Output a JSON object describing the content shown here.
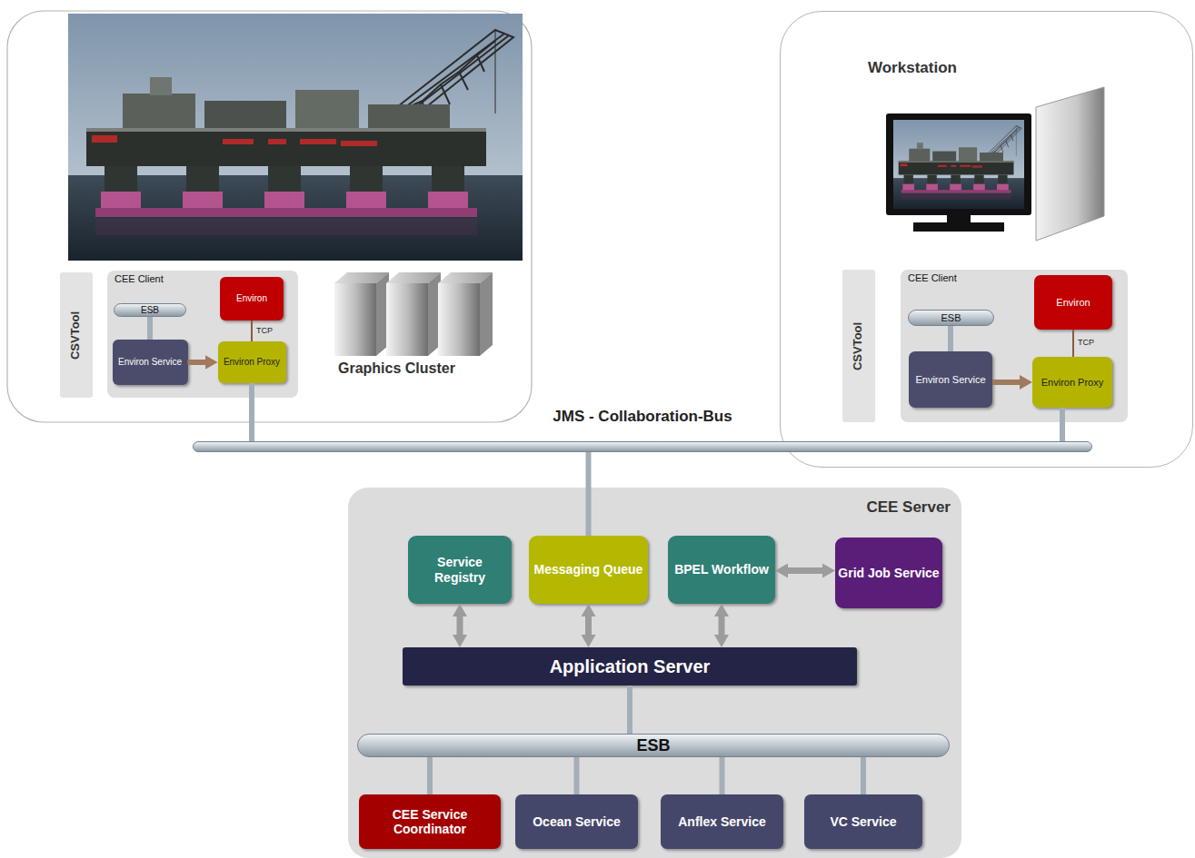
{
  "diagram": {
    "nodes": [
      {
        "text": [
          "CSVTool"
        ]
      },
      {
        "text": [
          "CEE Client"
        ]
      },
      {
        "text": [
          "ESB"
        ],
        "in": 1
      },
      {
        "text": [
          "Environ"
        ],
        "in": 1
      },
      {
        "text": [
          "Environ Service"
        ],
        "in": 1
      },
      {
        "text": [
          "Environ Proxy"
        ],
        "in": 1
      },
      {
        "text": [
          "Workstation"
        ]
      },
      {
        "text": [
          "CSVTool"
        ],
        "in": 6
      },
      {
        "text": [
          "CEE Client"
        ],
        "in": 6
      },
      {
        "text": [
          "ESB"
        ],
        "in": 8
      },
      {
        "text": [
          "Environ"
        ],
        "in": 8
      },
      {
        "text": [
          "Environ Service"
        ],
        "in": 8
      },
      {
        "text": [
          "Environ Proxy"
        ],
        "in": 8
      },
      {
        "text": [
          "JMS - Collaboration-Bus"
        ]
      },
      {
        "text": [
          "CEE Server"
        ]
      },
      {
        "text": [
          "Service Registry"
        ],
        "in": 14
      },
      {
        "text": [
          "Messaging Queue"
        ],
        "in": 14
      },
      {
        "text": [
          "BPEL Workflow"
        ],
        "in": 14
      },
      {
        "text": [
          "Grid Job Service"
        ],
        "in": 14
      },
      {
        "text": [
          "Application Server"
        ],
        "in": 14
      },
      {
        "text": [
          "ESB"
        ],
        "in": 14
      },
      {
        "text": [
          "CEE Service Coordinator"
        ],
        "in": 14
      },
      {
        "text": [
          "Ocean Service"
        ],
        "in": 14
      },
      {
        "text": [
          "Anflex Service"
        ],
        "in": 14
      },
      {
        "text": [
          "VC Service"
        ],
        "in": 14
      }
    ],
    "edges": [
      {
        "from": 2,
        "to": 4,
        "arrow": "none"
      },
      {
        "from": 4,
        "to": 5,
        "arrow": "to"
      },
      {
        "from": 3,
        "to": 5,
        "label": "TCP",
        "arrow": "none"
      },
      {
        "from": 5,
        "to": 13,
        "arrow": "none"
      },
      {
        "from": 9,
        "to": 11,
        "arrow": "none"
      },
      {
        "from": 11,
        "to": 12,
        "arrow": "to"
      },
      {
        "from": 10,
        "to": 12,
        "label": "TCP",
        "arrow": "none"
      },
      {
        "from": 12,
        "to": 13,
        "arrow": "none"
      },
      {
        "from": 13,
        "to": 16,
        "arrow": "none"
      },
      {
        "from": 15,
        "to": 19,
        "arrow": "both"
      },
      {
        "from": 16,
        "to": 19,
        "arrow": "both"
      },
      {
        "from": 17,
        "to": 19,
        "arrow": "both"
      },
      {
        "from": 17,
        "to": 18,
        "arrow": "both"
      },
      {
        "from": 19,
        "to": 20,
        "arrow": "none"
      },
      {
        "from": 20,
        "to": 21,
        "arrow": "none"
      },
      {
        "from": 20,
        "to": 22,
        "arrow": "none"
      },
      {
        "from": 20,
        "to": 23,
        "arrow": "none"
      },
      {
        "from": 20,
        "to": 24,
        "arrow": "none"
      }
    ],
    "labels": [
      "Graphics Cluster"
    ]
  }
}
